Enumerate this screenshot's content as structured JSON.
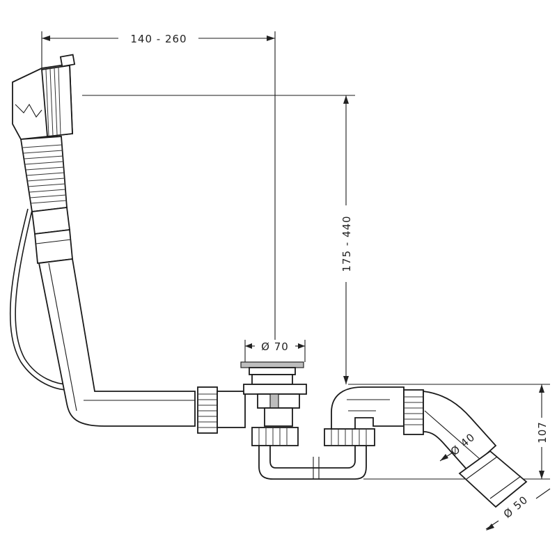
{
  "dimensions": {
    "overflow_to_drain": "140 - 260",
    "height_range": "175 - 440",
    "drain_diameter": "Ø 70",
    "outlet_diameter_inner": "Ø 40",
    "outlet_diameter_outer": "Ø 50",
    "trap_height": "107"
  },
  "components": [
    "overflow-head",
    "flexible-hose",
    "cable-bowden",
    "overflow-pipe",
    "drain-plug",
    "trap",
    "outlet-elbow",
    "outlet-pipe"
  ]
}
